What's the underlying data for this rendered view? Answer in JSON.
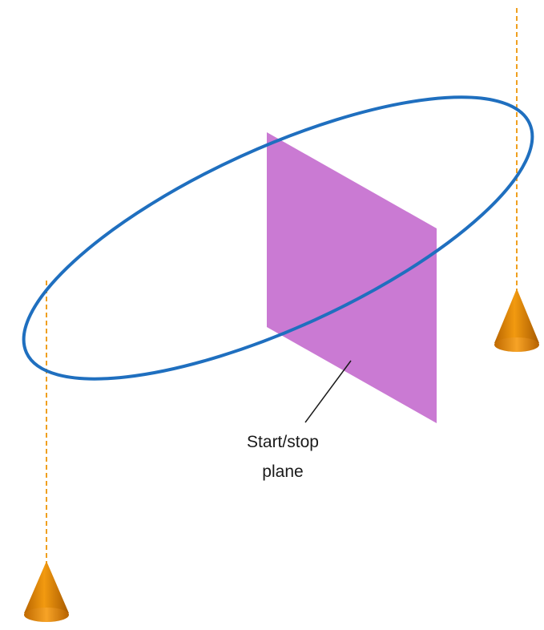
{
  "label": {
    "line1": "Start/stop",
    "line2": "plane"
  },
  "colors": {
    "orbit": "#1f6fbf",
    "plane": "#c56fcf",
    "beacon": "#e68a00",
    "beacon_dark": "#a85a00",
    "beacon_line": "#f0a020",
    "leader": "#1a1a1a"
  },
  "elements": {
    "orbit": "orbit-ellipse",
    "plane": "start-stop-plane",
    "beacons": [
      "beacon-left",
      "beacon-right"
    ]
  }
}
